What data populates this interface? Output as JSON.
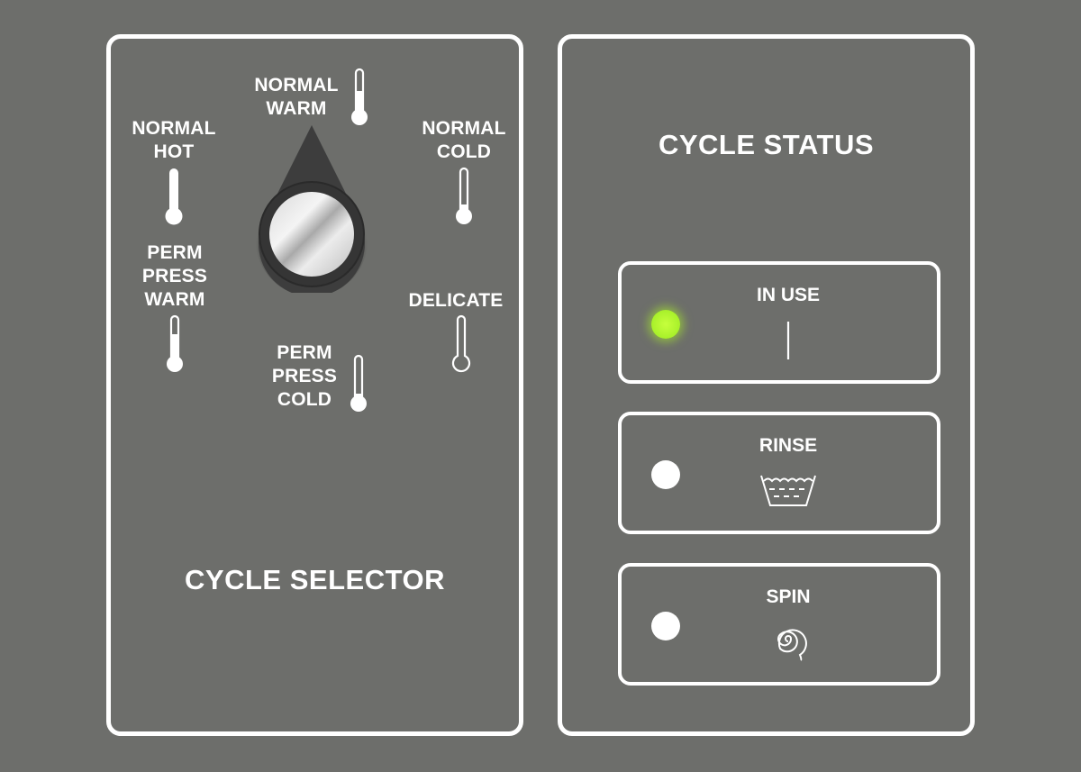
{
  "colors": {
    "background": "#6d6e6b",
    "foreground": "#ffffff",
    "led_on": "#b4f52e",
    "led_off": "#ffffff",
    "knob_body": "#3a3a3a"
  },
  "cycle_selector": {
    "title": "CYCLE SELECTOR",
    "knob": {
      "icon": "rotary-knob",
      "pointing_to": "NORMAL WARM"
    },
    "settings": [
      {
        "label": "NORMAL\nWARM",
        "temperature_icon": "thermometer-warm",
        "fill": "half"
      },
      {
        "label": "NORMAL\nHOT",
        "temperature_icon": "thermometer-hot",
        "fill": "full"
      },
      {
        "label": "NORMAL\nCOLD",
        "temperature_icon": "thermometer-cold",
        "fill": "low"
      },
      {
        "label": "PERM\nPRESS\nWARM",
        "temperature_icon": "thermometer-warm",
        "fill": "partial"
      },
      {
        "label": "DELICATE",
        "temperature_icon": "thermometer-empty",
        "fill": "empty"
      },
      {
        "label": "PERM\nPRESS\nCOLD",
        "temperature_icon": "thermometer-cold",
        "fill": "low"
      }
    ]
  },
  "cycle_status": {
    "title": "CYCLE STATUS",
    "indicators": [
      {
        "label": "IN USE",
        "icon": "power-line-icon",
        "led": "on"
      },
      {
        "label": "RINSE",
        "icon": "rinse-basin-icon",
        "led": "off"
      },
      {
        "label": "SPIN",
        "icon": "spin-spiral-icon",
        "led": "off"
      }
    ]
  }
}
